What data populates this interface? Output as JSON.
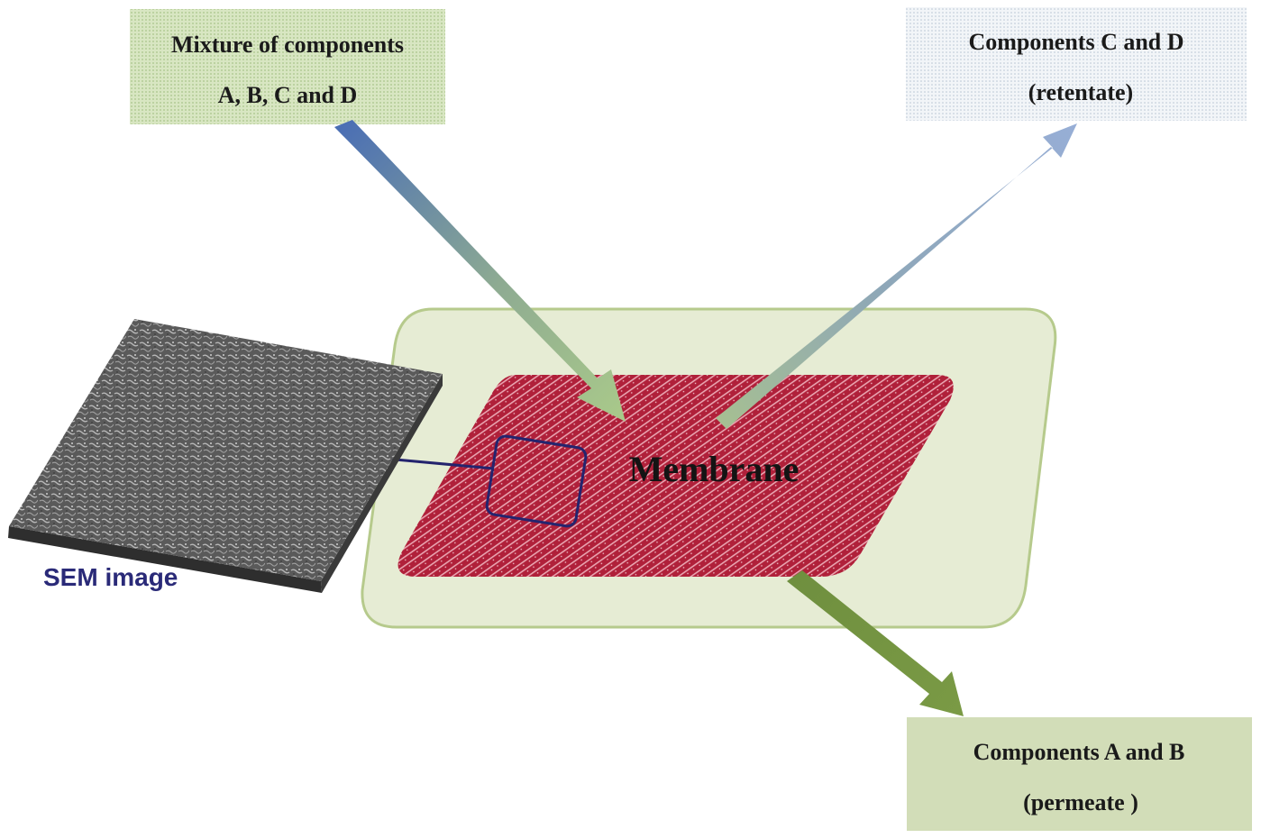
{
  "input_box": {
    "line1": "Mixture of components",
    "line2": "A, B, C and D"
  },
  "retentate_box": {
    "line1": "Components C and D",
    "line2": "(retentate)"
  },
  "permeate_box": {
    "line1": "Components A and B",
    "line2": "(permeate )"
  },
  "membrane": {
    "label": "Membrane"
  },
  "sem": {
    "label": "SEM image"
  },
  "colors": {
    "membrane_red": "#b0203a",
    "module_green": "#e6ecd4",
    "module_border": "#a9c07c",
    "box_green": "#cfe0b3",
    "permeate_green": "#d2ddb8",
    "retentate_dots": "#dfe6ee",
    "sem_label": "#2a2a78",
    "arrow_dark_blue": "#24246e"
  }
}
